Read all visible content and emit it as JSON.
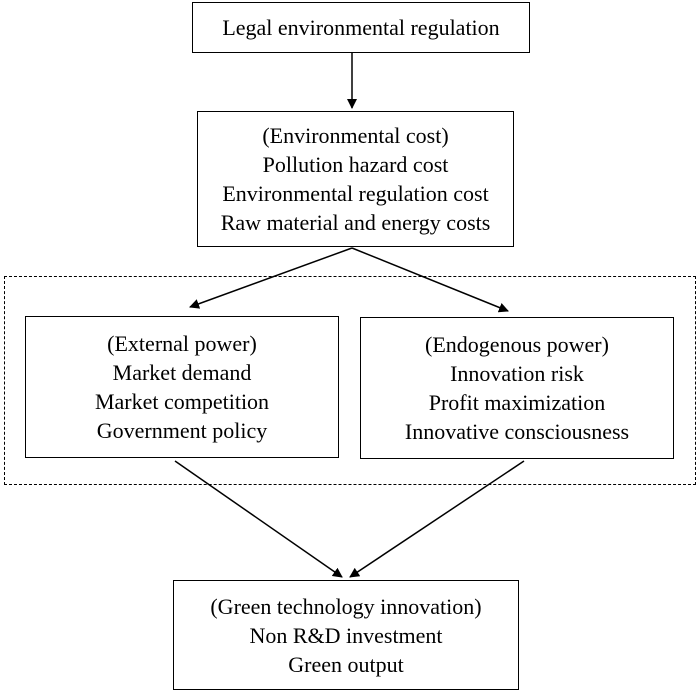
{
  "diagram": {
    "regulation": {
      "lines": [
        "Legal environmental regulation"
      ]
    },
    "environmental_cost": {
      "lines": [
        "(Environmental cost)",
        "Pollution hazard cost",
        "Environmental regulation cost",
        "Raw material and energy costs"
      ]
    },
    "external_power": {
      "lines": [
        "(External power)",
        "Market demand",
        "Market competition",
        "Government policy"
      ]
    },
    "endogenous_power": {
      "lines": [
        "(Endogenous power)",
        "Innovation risk",
        "Profit maximization",
        "Innovative consciousness"
      ]
    },
    "green_innovation": {
      "lines": [
        "(Green technology innovation)",
        "Non R&D investment",
        "Green output"
      ]
    }
  },
  "colors": {
    "stroke": "#000000",
    "background": "#ffffff"
  }
}
